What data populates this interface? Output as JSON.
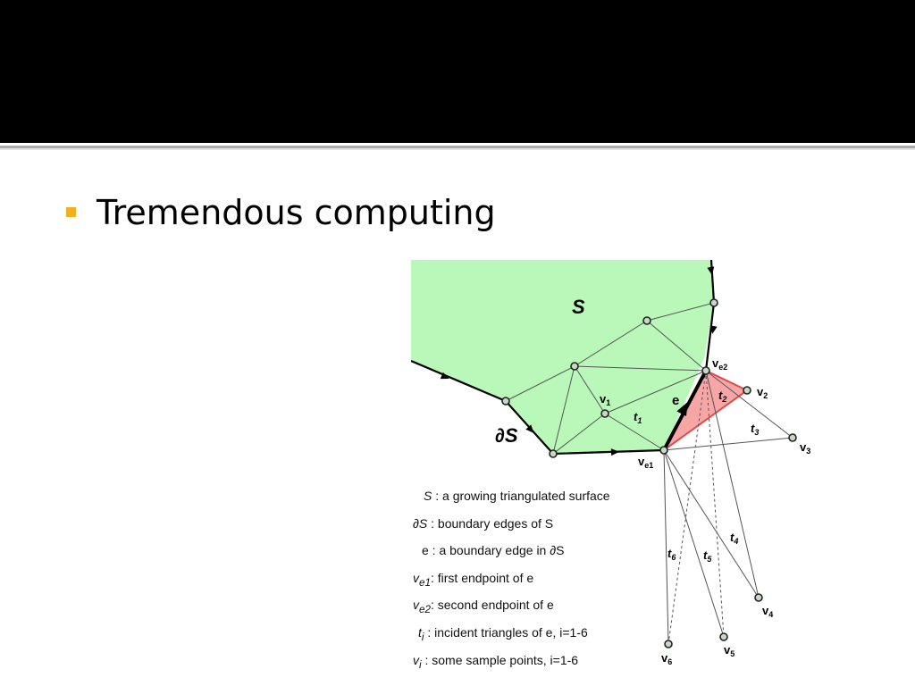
{
  "slide": {
    "bullet": "Tremendous computing"
  },
  "colors": {
    "band": "#000000",
    "bullet_marker": "#f2b01e",
    "surface_fill": "#b9f8b9",
    "triangle_fill": "#f7a6a6",
    "triangle_stroke": "#e24848",
    "vertex_fill": "#c8d8c8"
  },
  "figure": {
    "surface_label": "S",
    "boundary_label": "∂S",
    "edge_label": "e",
    "vertices": {
      "ve2": {
        "base": "v",
        "sub": "e2"
      },
      "ve1": {
        "base": "v",
        "sub": "e1"
      },
      "v1": {
        "base": "v",
        "sub": "1"
      },
      "v2": {
        "base": "v",
        "sub": "2"
      },
      "v3": {
        "base": "v",
        "sub": "3"
      },
      "v4": {
        "base": "v",
        "sub": "4"
      },
      "v5": {
        "base": "v",
        "sub": "5"
      },
      "v6": {
        "base": "v",
        "sub": "6"
      }
    },
    "triangles": {
      "t1": {
        "base": "t",
        "sub": "1"
      },
      "t2": {
        "base": "t",
        "sub": "2"
      },
      "t3": {
        "base": "t",
        "sub": "3"
      },
      "t4": {
        "base": "t",
        "sub": "4"
      },
      "t5": {
        "base": "t",
        "sub": "5"
      },
      "t6": {
        "base": "t",
        "sub": "6"
      }
    },
    "legend": [
      {
        "sym": "S",
        "sub": "",
        "text": " : a growing triangulated surface"
      },
      {
        "sym": "∂S",
        "sub": "",
        "text": " : boundary edges of S"
      },
      {
        "sym": "e",
        "sub": "",
        "text": " : a boundary edge in ∂S"
      },
      {
        "sym": "v",
        "sub": "e1",
        "text": ": first endpoint of e"
      },
      {
        "sym": "v",
        "sub": "e2",
        "text": ": second endpoint of e"
      },
      {
        "sym": "t",
        "sub": "i",
        "text": " : incident triangles of e, i=1-6"
      },
      {
        "sym": "v",
        "sub": "i",
        "text": " : some sample points, i=1-6"
      }
    ]
  }
}
